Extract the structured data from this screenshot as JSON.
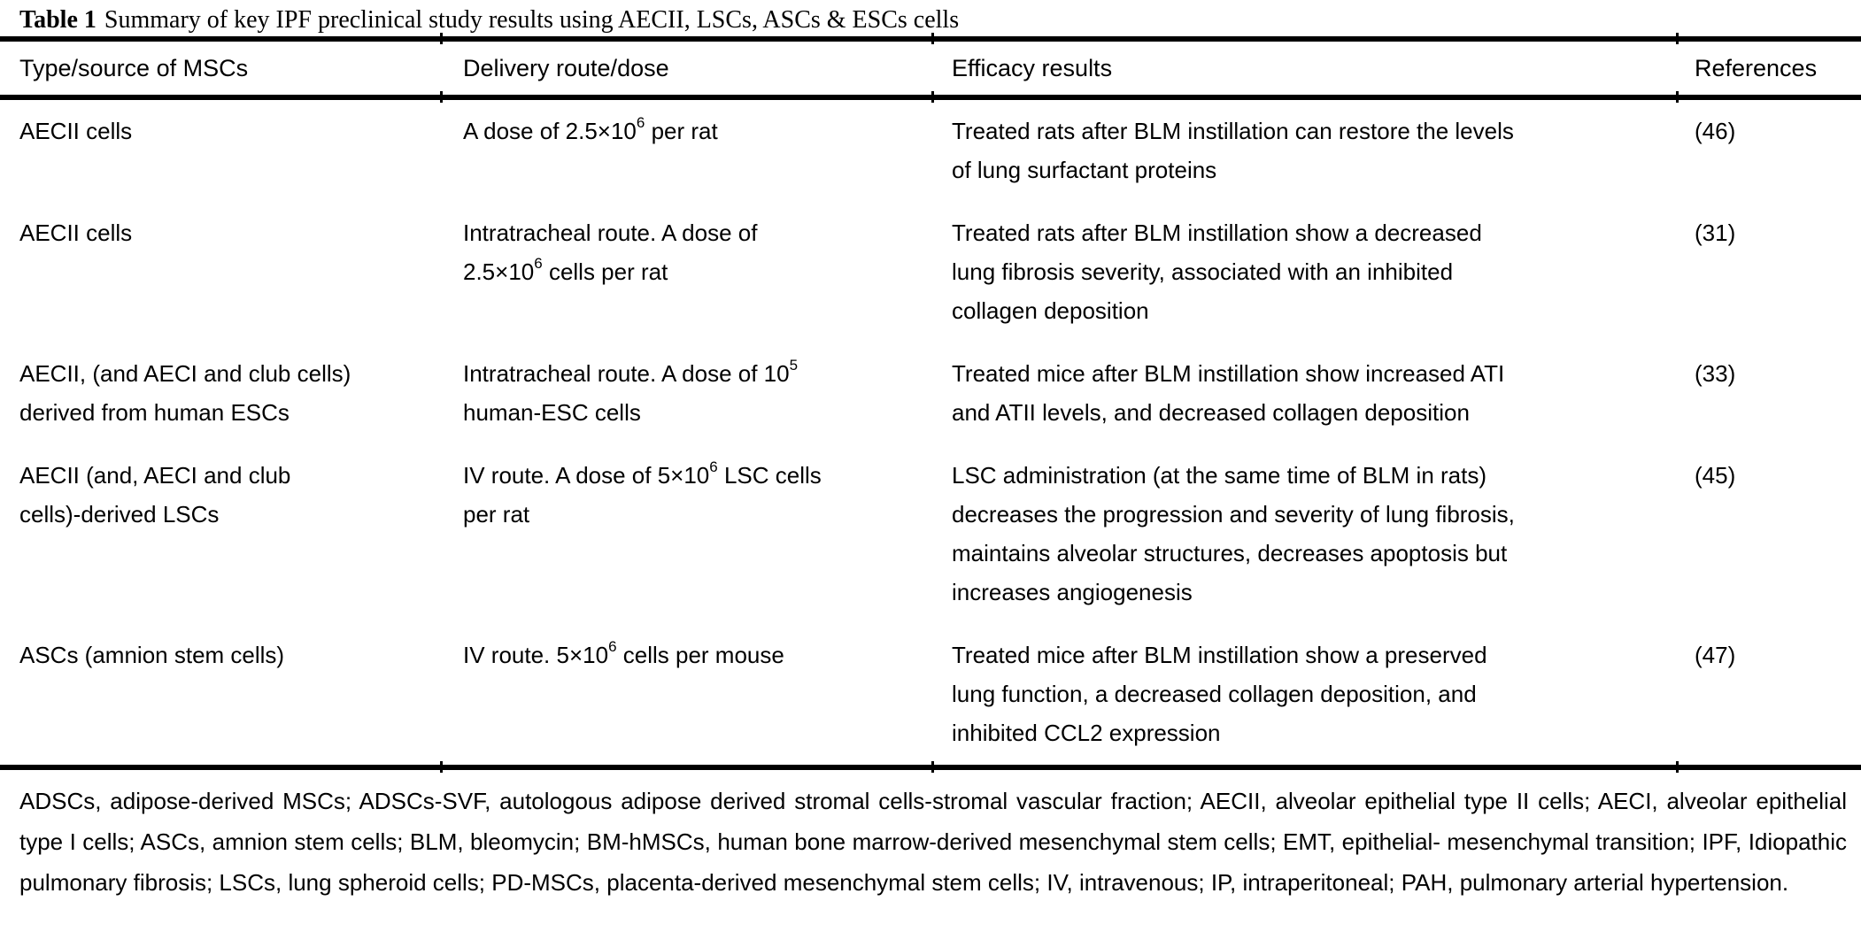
{
  "title": {
    "label": "Table 1",
    "text": "Summary of key IPF preclinical study results using AECII, LSCs, ASCs & ESCs cells"
  },
  "table": {
    "headers": {
      "type": "Type/source of MSCs",
      "delivery": "Delivery route/dose",
      "efficacy": "Efficacy results",
      "references": "References"
    },
    "rows": [
      {
        "type": "AECII cells",
        "dose_pre": "A dose of 2.5×10",
        "dose_sup": "6",
        "dose_post": " per rat",
        "efficacy": "Treated rats after BLM instillation can restore the levels\nof lung surfactant proteins",
        "reference": "(46)"
      },
      {
        "type": "AECII cells",
        "dose_pre": "Intratracheal route. A dose of\n2.5×10",
        "dose_sup": "6",
        "dose_post": " cells per rat",
        "efficacy": "Treated rats after BLM instillation show a decreased\nlung fibrosis severity, associated with an inhibited\ncollagen deposition",
        "reference": "(31)"
      },
      {
        "type": "AECII, (and AECI and club cells)\nderived from human ESCs",
        "dose_pre": "Intratracheal route. A dose of 10",
        "dose_sup": "5",
        "dose_post": "\nhuman-ESC cells",
        "efficacy": "Treated mice after BLM instillation show increased ATI\nand ATII levels, and decreased collagen deposition",
        "reference": "(33)"
      },
      {
        "type": "AECII (and, AECI and club\ncells)-derived LSCs",
        "dose_pre": "IV route. A dose of 5×10",
        "dose_sup": "6",
        "dose_post": " LSC cells\nper rat",
        "efficacy": "LSC administration (at the same time of BLM in rats)\ndecreases the progression and severity of lung fibrosis,\nmaintains alveolar structures, decreases apoptosis but\nincreases angiogenesis",
        "reference": "(45)"
      },
      {
        "type": "ASCs (amnion stem cells)",
        "dose_pre": "IV route. 5×10",
        "dose_sup": "6",
        "dose_post": " cells per mouse",
        "efficacy": "Treated mice after BLM instillation show a preserved\nlung function, a decreased collagen deposition, and\ninhibited CCL2 expression",
        "reference": "(47)"
      }
    ]
  },
  "footnote": "ADSCs, adipose-derived MSCs; ADSCs-SVF, autologous adipose derived stromal cells-stromal vascular fraction; AECII, alveolar epithelial type II cells; AECI, alveolar epithelial type I cells; ASCs, amnion stem cells; BLM, bleomycin; BM-hMSCs, human bone marrow-derived mesenchymal stem cells; EMT, epithelial- mesenchymal transition; IPF, Idiopathic pulmonary fibrosis; LSCs, lung spheroid cells; PD-MSCs, placenta-derived mesenchymal stem cells; IV, intravenous; IP, intraperitoneal; PAH, pulmonary arterial hypertension."
}
